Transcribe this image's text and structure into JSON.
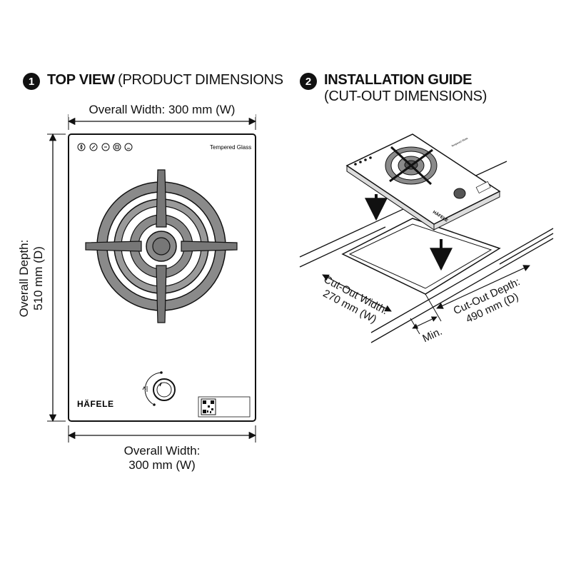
{
  "section1": {
    "number": "1",
    "title_bold": "TOP VIEW",
    "title_rest": "(PRODUCT DIMENSIONS"
  },
  "section2": {
    "number": "2",
    "title_bold": "INSTALLATION GUIDE",
    "title_rest": "(CUT-OUT DIMENSIONS)"
  },
  "top_view": {
    "width_top_label": "Overall Width: 300 mm (W)",
    "width_bottom_line1": "Overall Width:",
    "width_bottom_line2": "300 mm (W)",
    "depth_line1": "Overall Depth:",
    "depth_line2": "510 mm (D)",
    "glass_label": "Tempered Glass",
    "brand": "HÄFELE"
  },
  "install": {
    "cutout_width_line1": "Cut-Out Width:",
    "cutout_width_line2": "270 mm (W)",
    "cutout_depth_line1": "Cut-Out Depth:",
    "cutout_depth_line2": "490 mm (D)",
    "min_label": "Min.",
    "glass_label": "Tempered Glass",
    "brand": "HÄFELE"
  }
}
